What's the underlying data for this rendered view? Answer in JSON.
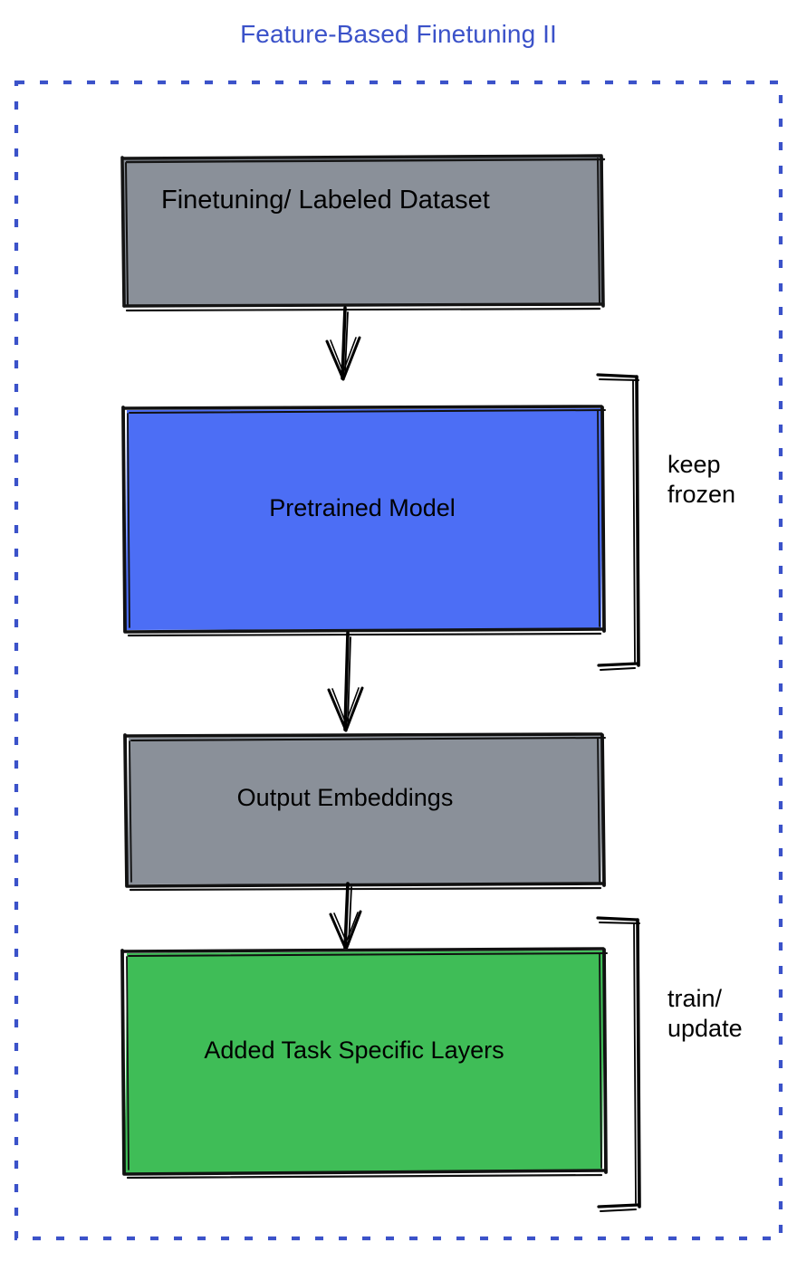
{
  "title": "Feature-Based Finetuning II",
  "colors": {
    "title": "#3b52c9",
    "frame_border": "#3b52c9",
    "gray_fill": "#8a9099",
    "blue_fill": "#4c6ef5",
    "green_fill": "#3fbd57",
    "stroke": "#000000",
    "background": "#ffffff"
  },
  "frame": {
    "style": "dashed",
    "name": "feature-based-finetuning-frame"
  },
  "nodes": [
    {
      "id": "finetuning-labeled-dataset",
      "label": "Finetuning/ Labeled Dataset",
      "fill": "#8a9099",
      "shape": "rectangle"
    },
    {
      "id": "pretrained-model",
      "label": "Pretrained Model",
      "fill": "#4c6ef5",
      "shape": "rectangle"
    },
    {
      "id": "output-embeddings",
      "label": "Output Embeddings",
      "fill": "#8a9099",
      "shape": "rectangle"
    },
    {
      "id": "added-task-specific-layers",
      "label": "Added Task Specific Layers",
      "fill": "#3fbd57",
      "shape": "rectangle"
    }
  ],
  "annotations": [
    {
      "id": "keep-frozen",
      "label": "keep\nfrozen",
      "targets": "pretrained-model",
      "bracket": "right"
    },
    {
      "id": "train-update",
      "label": "train/\nupdate",
      "targets": "added-task-specific-layers",
      "bracket": "right"
    }
  ],
  "arrows": [
    {
      "id": "arrow-dataset-to-model",
      "from": "finetuning-labeled-dataset",
      "to": "pretrained-model"
    },
    {
      "id": "arrow-model-to-embeddings",
      "from": "pretrained-model",
      "to": "output-embeddings"
    },
    {
      "id": "arrow-embeddings-to-layers",
      "from": "output-embeddings",
      "to": "added-task-specific-layers"
    }
  ]
}
